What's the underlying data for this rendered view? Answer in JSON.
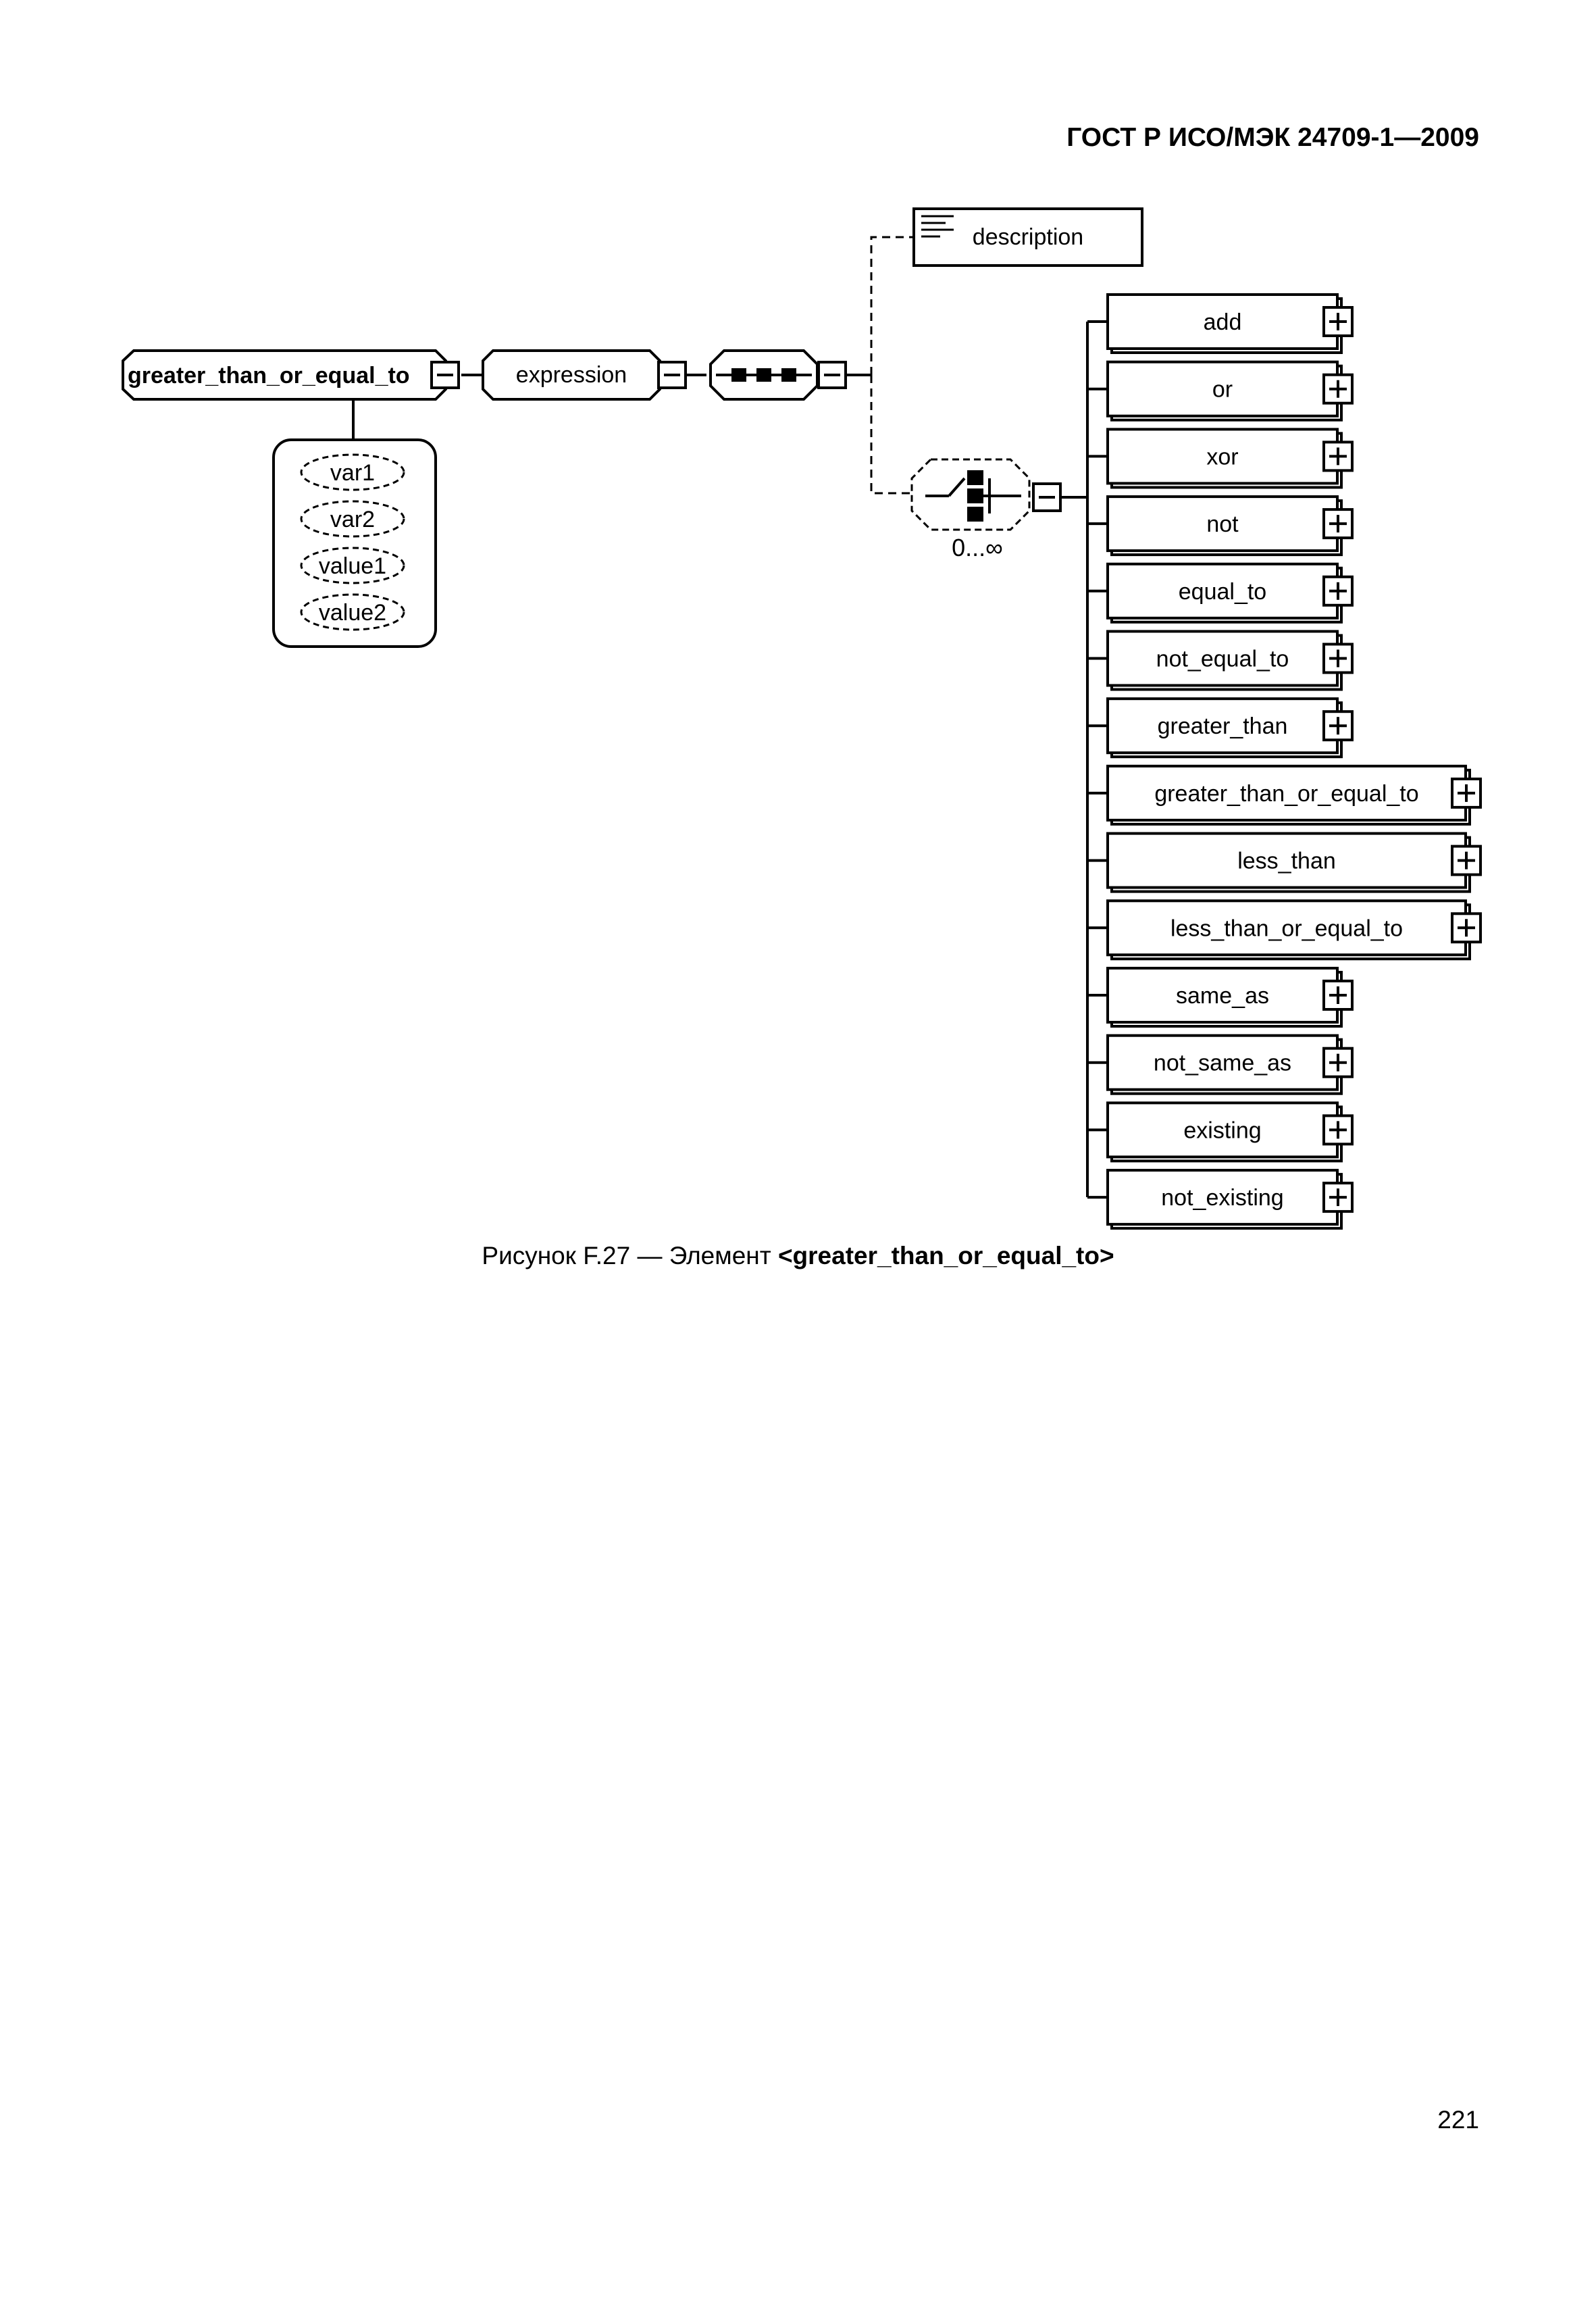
{
  "header": {
    "standard": "ГОСТ Р ИСО/МЭК 24709-1—2009"
  },
  "diagram": {
    "root": "greater_than_or_equal_to",
    "attributes": [
      "var1",
      "var2",
      "value1",
      "value2"
    ],
    "child": "expression",
    "annotation": "description",
    "multiplicity": "0...∞",
    "choices": [
      "add",
      "or",
      "xor",
      "not",
      "equal_to",
      "not_equal_to",
      "greater_than",
      "greater_than_or_equal_to",
      "less_than",
      "less_than_or_equal_to",
      "same_as",
      "not_same_as",
      "existing",
      "not_existing"
    ]
  },
  "caption": {
    "prefix": "Рисунок F.27 — Элемент ",
    "element": "<greater_than_or_equal_to>"
  },
  "footer": {
    "page_number": "221"
  }
}
